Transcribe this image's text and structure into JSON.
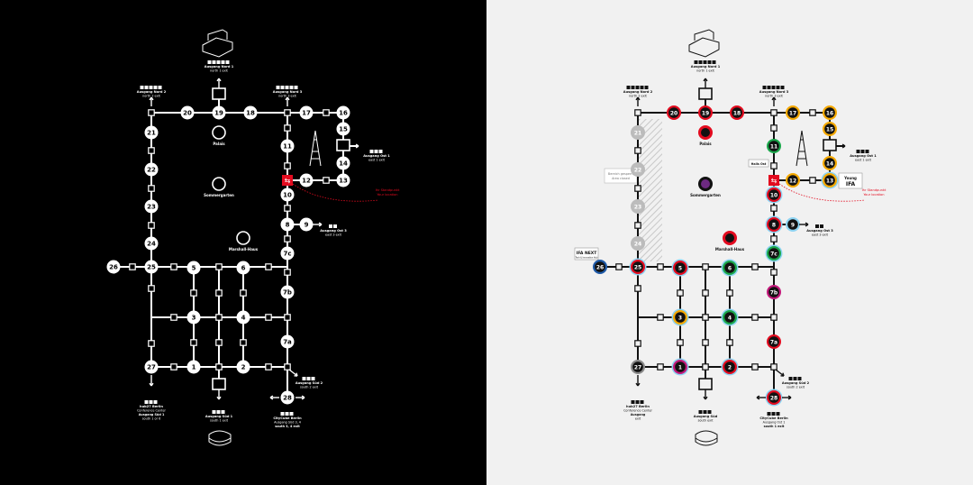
{
  "dark": {
    "exit_north": {
      "line1": "Ausgang Nord 1",
      "line2": "north 1 exit"
    },
    "exit_north2": {
      "line1": "Ausgang Nord 2",
      "line2": "north 2 exit"
    },
    "exit_north3": {
      "line1": "Ausgang Nord 3",
      "line2": "north 3 exit"
    },
    "exit_east1": {
      "line1": "Ausgang Ost 1",
      "line2": "east 1 exit"
    },
    "exit_east3": {
      "line1": "Ausgang Ost 3",
      "line2": "east 3 exit"
    },
    "exit_sued2": {
      "line1": "Ausgang Süd 2",
      "line2": "south 2 exit"
    },
    "exit_south": {
      "line1": "Ausgang Süd 1",
      "line2": "south 1 exit"
    },
    "exit_west": {
      "line1": "hub27 Berlin",
      "line2": "Conference Center",
      "line3": "Ausgang Süd 1",
      "line4": "south 1 or 6"
    },
    "exit_cube": {
      "line1": "CityCube Berlin",
      "line2": "Ausgang Süd 3, 4",
      "line3": "south 3, 4 exit"
    },
    "you_are_here": {
      "line1": "Ihr Standpunkt",
      "line2": "Your location"
    },
    "palais": "Palais",
    "sommergarten": "Sommergarten",
    "marshall": "Marshall-Haus"
  },
  "light": {
    "exit_north": {
      "line1": "Ausgang Nord 1",
      "line2": "north 1 exit"
    },
    "exit_north2": {
      "line1": "Ausgang Nord 2",
      "line2": "north 2 exit"
    },
    "exit_north3": {
      "line1": "Ausgang Nord 3",
      "line2": "north 3 exit"
    },
    "exit_east1": {
      "line1": "Ausgang Ost 1",
      "line2": "east 1 exit"
    },
    "exit_east3": {
      "line1": "Ausgang Ost 3",
      "line2": "east 3 exit"
    },
    "exit_sued2": {
      "line1": "Ausgang Süd 2",
      "line2": "south 2 exit"
    },
    "exit_south": {
      "line1": "Ausgang Süd",
      "line2": "south exit"
    },
    "exit_west": {
      "line1": "hub27 Berlin",
      "line2": "Conference Center",
      "line3": "Ausgang",
      "line4": "exit"
    },
    "exit_cube": {
      "line1": "CityCube Berlin",
      "line2": "Ausgang Ost 1",
      "line3": "south 1 exit"
    },
    "you_are_here": {
      "line1": "Ihr Standpunkt",
      "line2": "Your location"
    },
    "closed": {
      "line1": "Bereich gesperrt",
      "line2": "Area closed"
    },
    "palais": "Palais",
    "sommergarten": "Sommergarten",
    "marshall": "Marshall-Haus",
    "ifa_next": {
      "line1": "IFA NEXT",
      "line2": "Tech & Innovation Hub"
    },
    "young_ifa": {
      "line1": "Young",
      "line2": "IFA"
    },
    "halls_label": "Halls Ost"
  },
  "colors": {
    "red": "#e30b1f",
    "orange": "#f4a800",
    "green": "#1aa64a",
    "magenta": "#c2187a",
    "blue": "#1e5aa8",
    "lightblue": "#8ed4f2",
    "purple": "#6d2a82",
    "grey": "#8a8a8a"
  }
}
